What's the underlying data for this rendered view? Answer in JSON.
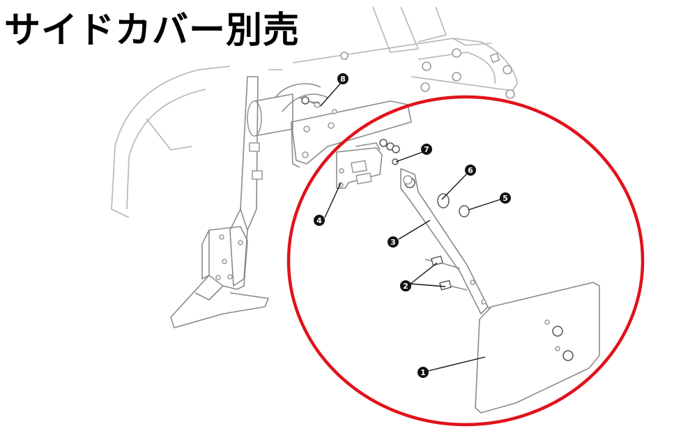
{
  "title": "サイドカバー別売",
  "highlight_color": "#e0121b",
  "callouts": [
    {
      "id": "c1",
      "label": "1"
    },
    {
      "id": "c2",
      "label": "2"
    },
    {
      "id": "c3",
      "label": "3"
    },
    {
      "id": "c4",
      "label": "4"
    },
    {
      "id": "c5",
      "label": "5"
    },
    {
      "id": "c6",
      "label": "6"
    },
    {
      "id": "c7",
      "label": "7"
    },
    {
      "id": "c8",
      "label": "8"
    }
  ]
}
